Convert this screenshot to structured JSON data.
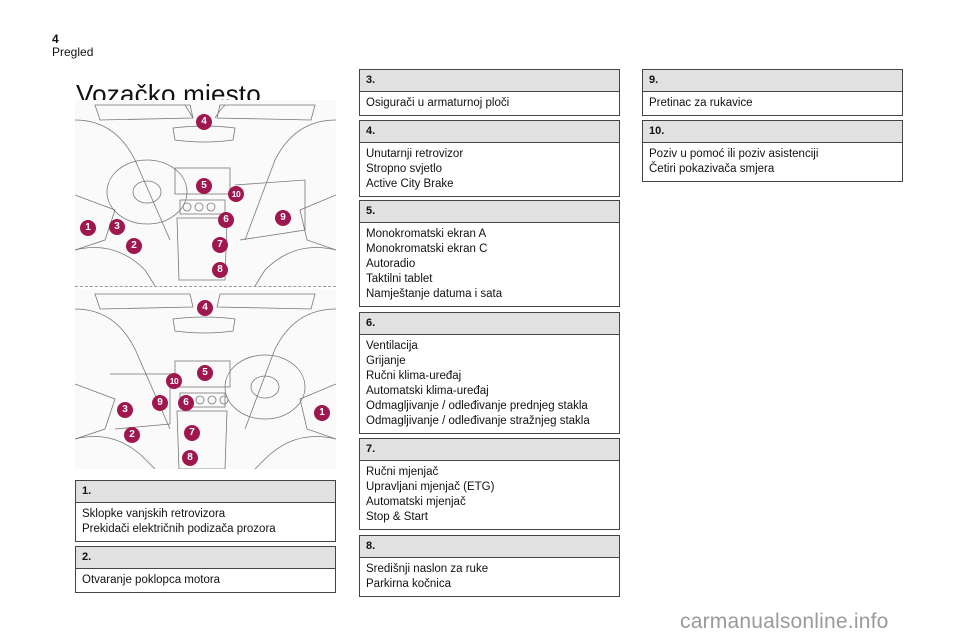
{
  "header": {
    "page_number": "4",
    "section": "Pregled",
    "title": "Vozačko mjesto"
  },
  "diagrams": {
    "lhd": {
      "alt": "Left-hand drive cockpit illustration",
      "markers": [
        "1",
        "2",
        "3",
        "4",
        "5",
        "6",
        "7",
        "8",
        "9",
        "10"
      ]
    },
    "rhd": {
      "alt": "Right-hand drive cockpit illustration",
      "markers": [
        "1",
        "2",
        "3",
        "4",
        "5",
        "6",
        "7",
        "8",
        "9",
        "10"
      ]
    }
  },
  "legend": [
    {
      "number": "1.",
      "items": [
        "Sklopke vanjskih retrovizora",
        "Prekidači električnih podizača prozora"
      ]
    },
    {
      "number": "2.",
      "items": [
        "Otvaranje poklopca motora"
      ]
    },
    {
      "number": "3.",
      "items": [
        "Osigurači u armaturnoj ploči"
      ]
    },
    {
      "number": "4.",
      "items": [
        "Unutarnji retrovizor",
        "Stropno svjetlo",
        "Active City Brake"
      ]
    },
    {
      "number": "5.",
      "items": [
        "Monokromatski ekran A",
        "Monokromatski ekran C",
        "Autoradio",
        "Taktilni tablet",
        "Namještanje datuma i sata"
      ]
    },
    {
      "number": "6.",
      "items": [
        "Ventilacija",
        "Grijanje",
        "Ručni klima-uređaj",
        "Automatski klima-uređaj",
        "Odmagljivanje / odleđivanje prednjeg stakla",
        "Odmagljivanje / odleđivanje stražnjeg stakla"
      ]
    },
    {
      "number": "7.",
      "items": [
        "Ručni mjenjač",
        "Upravljani mjenjač (ETG)",
        "Automatski mjenjač",
        "Stop & Start"
      ]
    },
    {
      "number": "8.",
      "items": [
        "Središnji naslon za ruke",
        "Parkirna kočnica"
      ]
    },
    {
      "number": "9.",
      "items": [
        "Pretinac za rukavice"
      ]
    },
    {
      "number": "10.",
      "items": [
        "Poziv u pomoć ili poziv asistenciji",
        "Četiri pokazivača smjera"
      ]
    }
  ],
  "colors": {
    "marker": "#a0174f",
    "box_header": "#e1e1e1"
  },
  "watermark": "carmanualsonline.info"
}
